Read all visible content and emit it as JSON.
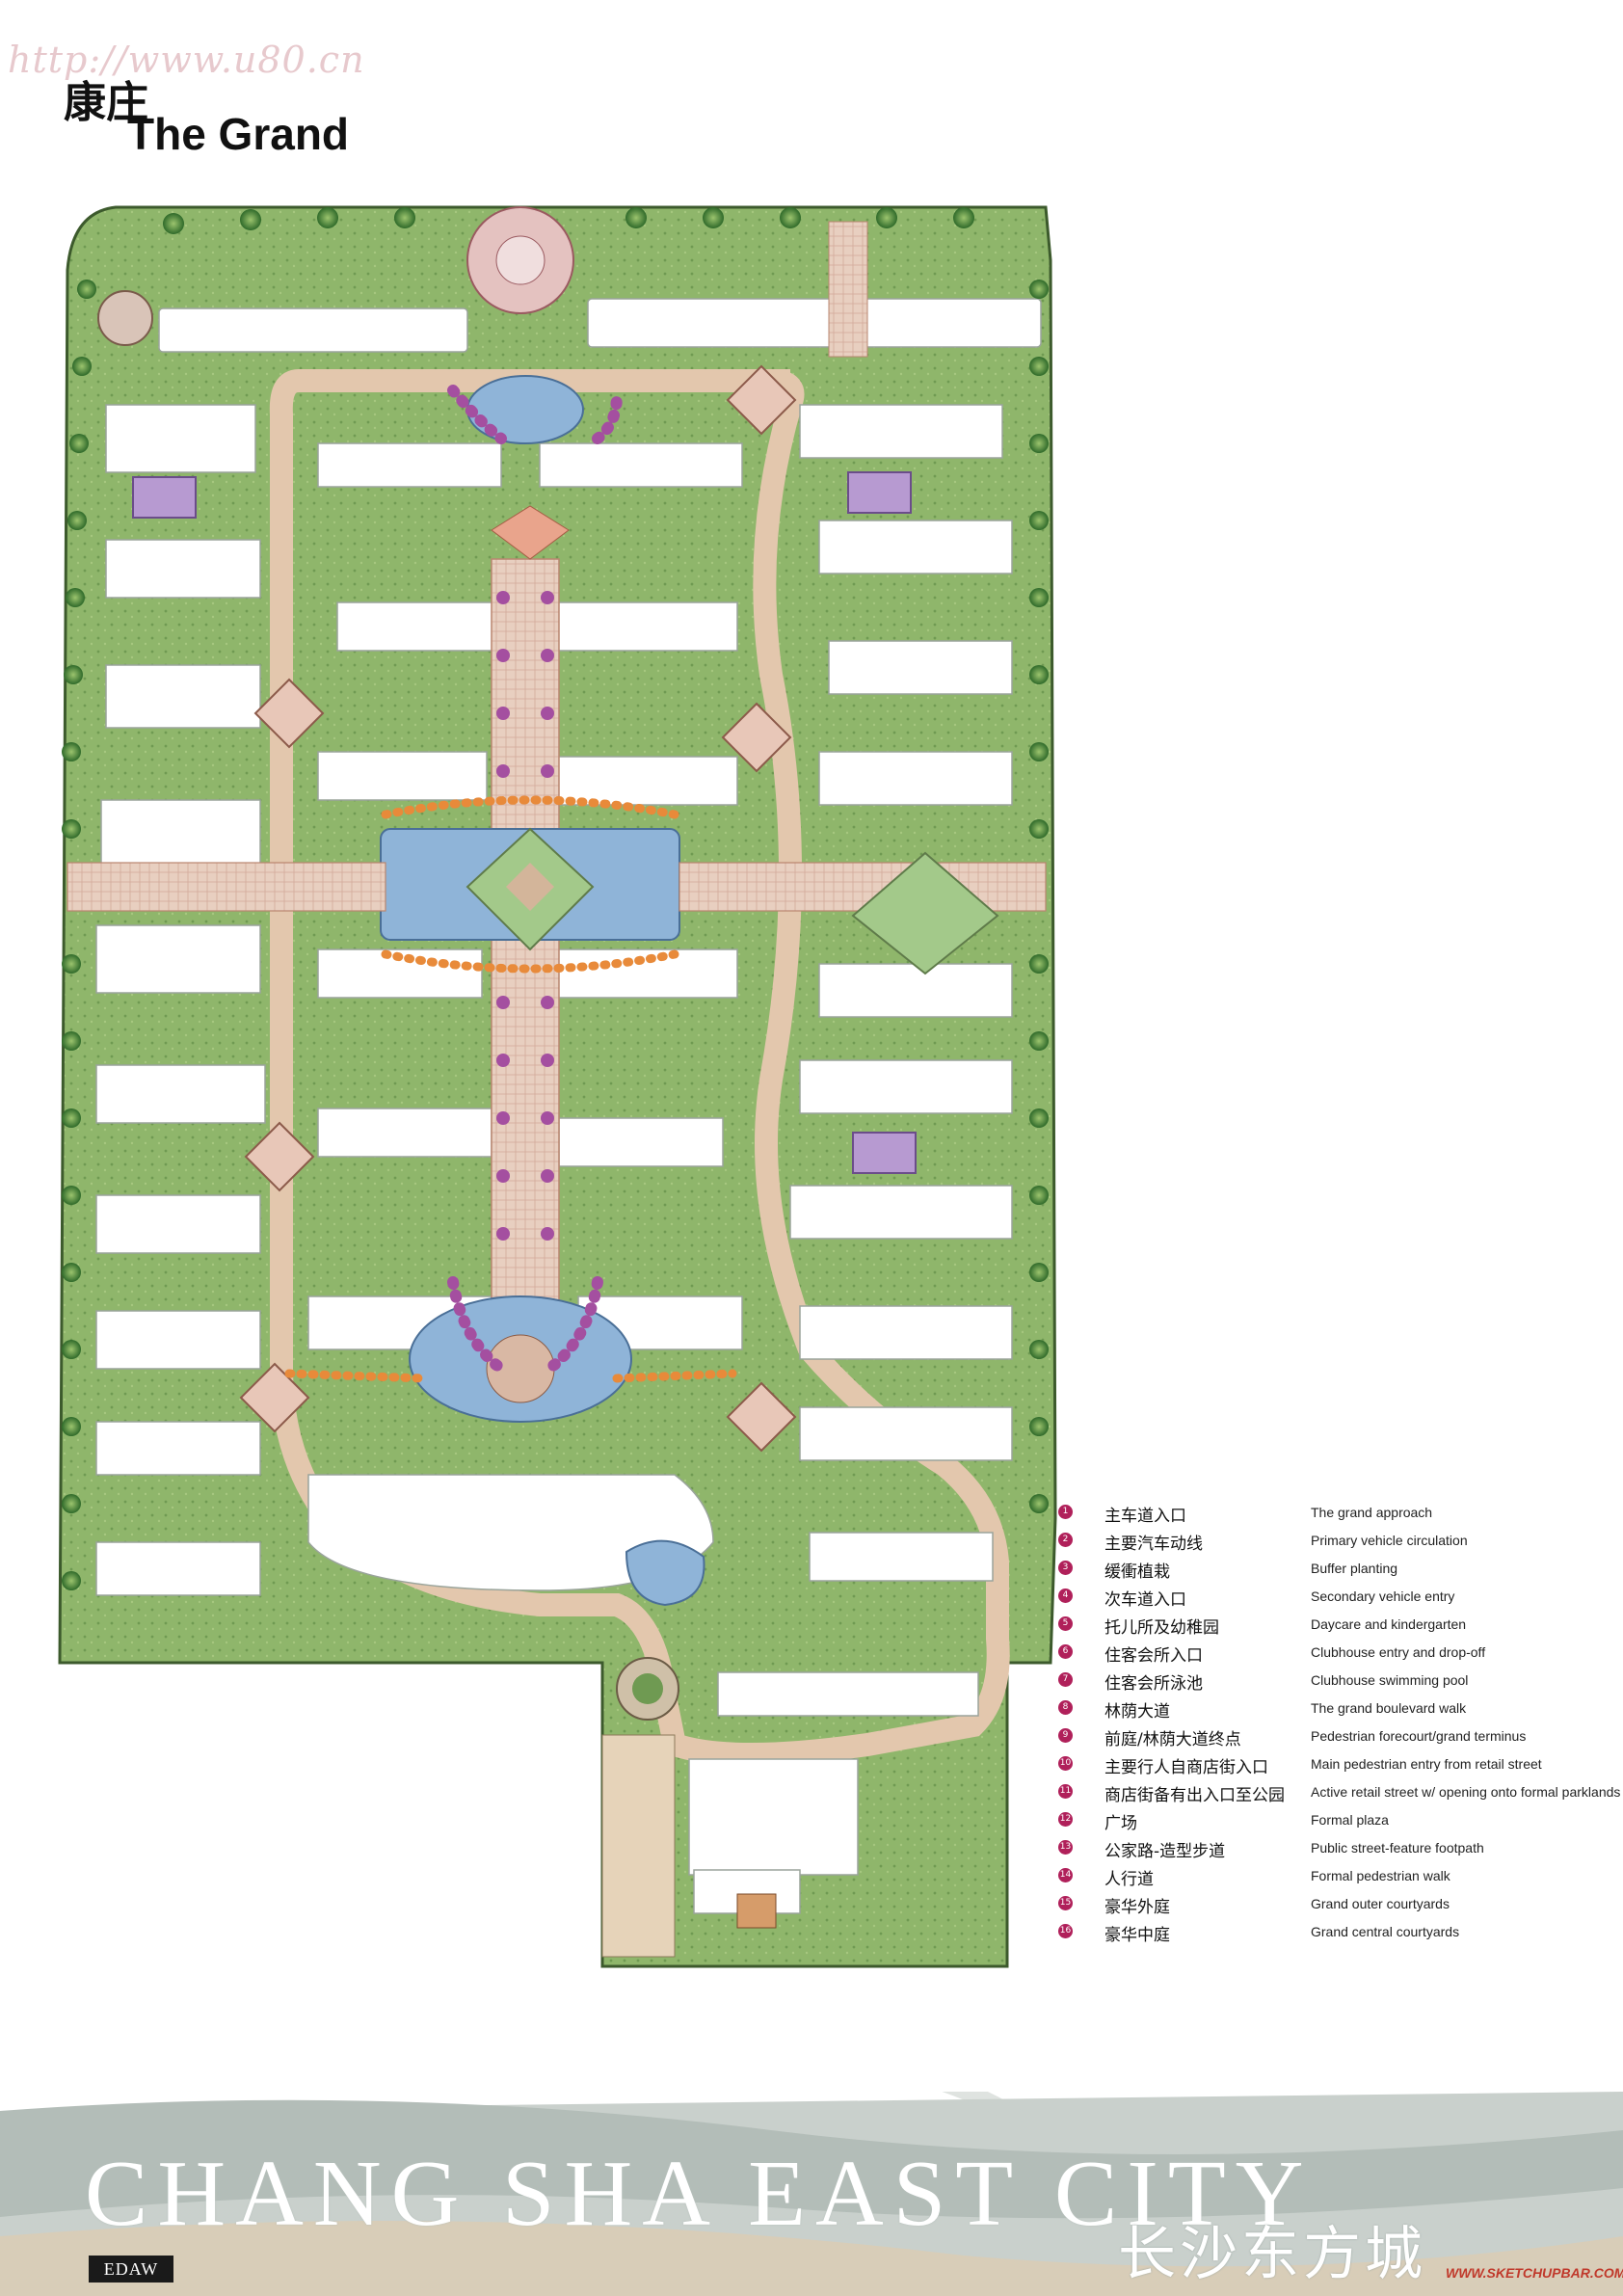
{
  "watermark": "http://www.u80.cn",
  "title": {
    "cn": "康庄",
    "en": "The Grand"
  },
  "legend": [
    {
      "num": "1",
      "cn": "主车道入口",
      "en": "The grand approach"
    },
    {
      "num": "2",
      "cn": "主要汽车动线",
      "en": "Primary vehicle circulation"
    },
    {
      "num": "3",
      "cn": "缓衝植栽",
      "en": "Buffer planting"
    },
    {
      "num": "4",
      "cn": "次车道入口",
      "en": "Secondary vehicle entry"
    },
    {
      "num": "5",
      "cn": "托儿所及幼稚园",
      "en": "Daycare and kindergarten"
    },
    {
      "num": "6",
      "cn": "住客会所入口",
      "en": "Clubhouse entry and drop-off"
    },
    {
      "num": "7",
      "cn": "住客会所泳池",
      "en": "Clubhouse swimming pool"
    },
    {
      "num": "8",
      "cn": "林荫大道",
      "en": "The grand boulevard walk"
    },
    {
      "num": "9",
      "cn": "前庭/林荫大道终点",
      "en": "Pedestrian forecourt/grand terminus"
    },
    {
      "num": "10",
      "cn": "主要行人自商店街入口",
      "en": "Main pedestrian entry from retail street"
    },
    {
      "num": "11",
      "cn": "商店街备有出入口至公园",
      "en": "Active retail street w/ opening onto formal parklands"
    },
    {
      "num": "12",
      "cn": "广场",
      "en": "Formal plaza"
    },
    {
      "num": "13",
      "cn": "公家路-造型步道",
      "en": "Public street-feature footpath"
    },
    {
      "num": "14",
      "cn": "人行道",
      "en": "Formal pedestrian walk"
    },
    {
      "num": "15",
      "cn": "豪华外庭",
      "en": "Grand outer courtyards"
    },
    {
      "num": "16",
      "cn": "豪华中庭",
      "en": "Grand central courtyards"
    }
  ],
  "footer": {
    "en": "CHANG SHA  EAST CITY",
    "cn": "长沙东方城"
  },
  "badge": "EDAW",
  "credit": "WWW.SKETCHUPBAR.COM",
  "colors": {
    "greenery": "#5f8f45",
    "road": "#e2c9a8",
    "path": "#d9b7a6",
    "water": "#8fb4d8",
    "building": "#ffffff",
    "accent": "#b0205a"
  }
}
